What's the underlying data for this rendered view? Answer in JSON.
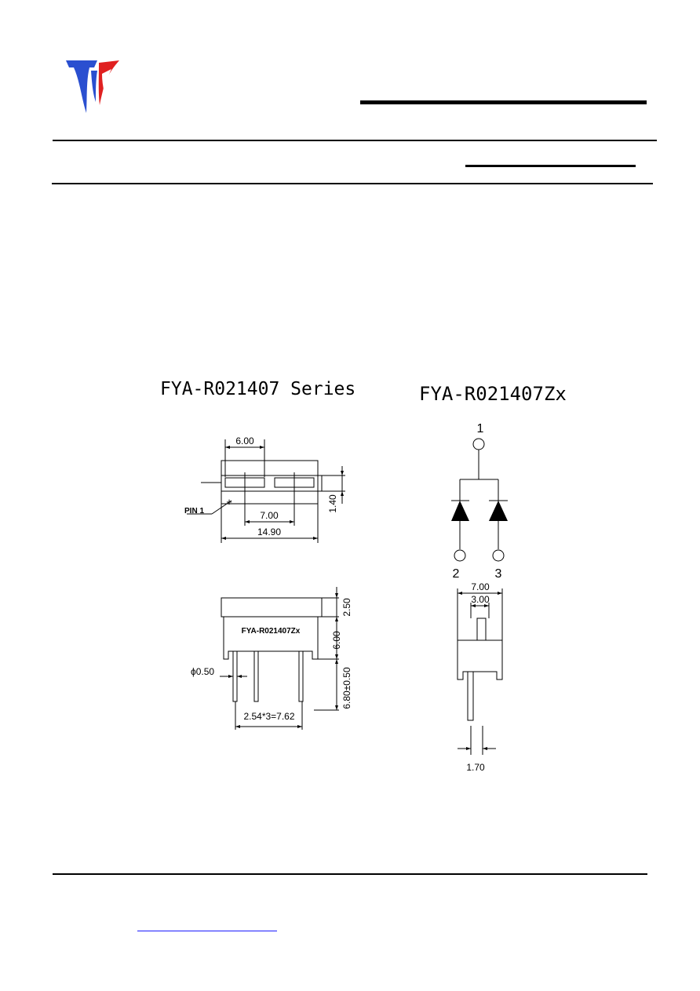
{
  "series_title": "FYA-R021407 Series",
  "variant_title": "FYA-R021407Zx",
  "top_view": {
    "dim_width_top": "6.00",
    "dim_height_right": "1.40",
    "dim_pitch": "7.00",
    "dim_total_width": "14.90",
    "pin1_label": "PIN 1",
    "pin1_mark": "+"
  },
  "front_view": {
    "body_marking": "FYA-R021407Zx",
    "dim_top_height": "2.50",
    "dim_body_height": "6.00",
    "dim_lead_length": "6.80±0.50",
    "dim_lead_diameter": "ϕ0.50",
    "dim_pin_span": "2.54*3=7.62"
  },
  "schematic": {
    "pin_common": "1",
    "pin_left": "2",
    "pin_right": "3"
  },
  "side_view": {
    "dim_total": "7.00",
    "dim_inner": "3.00",
    "dim_lead_offset": "1.70"
  },
  "logo": {
    "colors": {
      "blue": "#2a4fd0",
      "red": "#e02020"
    }
  }
}
